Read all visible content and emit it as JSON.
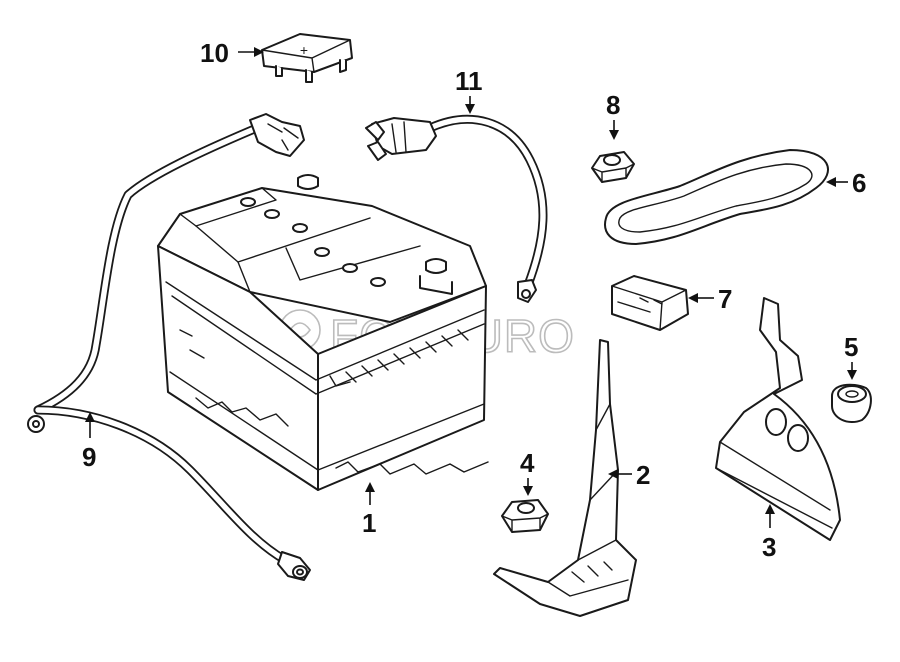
{
  "callouts": {
    "c1": "1",
    "c2": "2",
    "c3": "3",
    "c4": "4",
    "c5": "5",
    "c6": "6",
    "c7": "7",
    "c8": "8",
    "c9": "9",
    "c10": "10",
    "c11": "11"
  },
  "terminal_cover": {
    "symbol": "+"
  },
  "watermark": {
    "text": "FCP EURO"
  },
  "colors": {
    "line": "#1a1a1a",
    "background": "#ffffff",
    "watermark": "#bcbcbc"
  }
}
